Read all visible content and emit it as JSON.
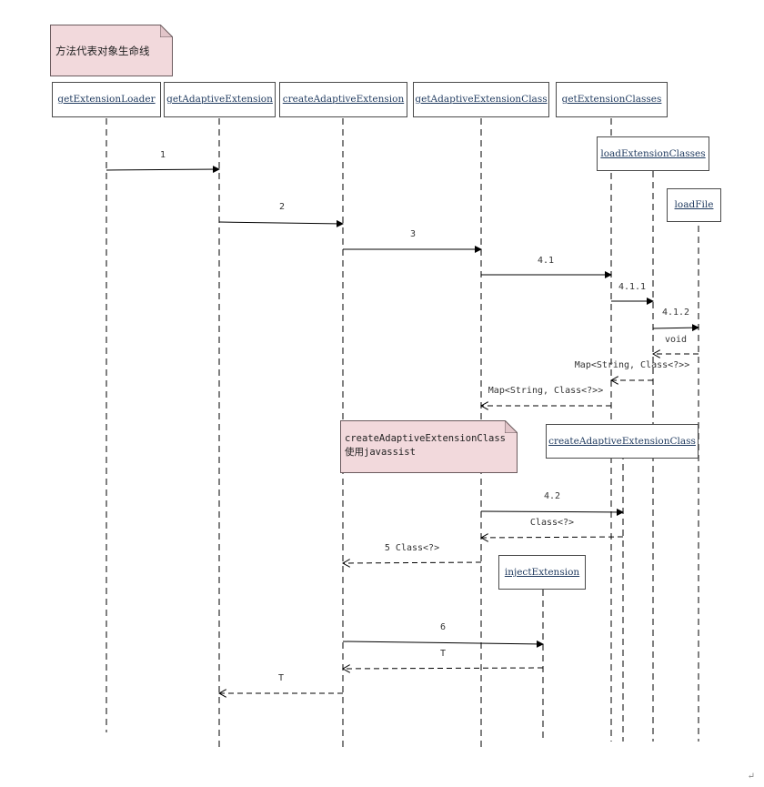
{
  "notes": {
    "lifeline_note": "方法代表对象生命线",
    "javassist_note": "createAdaptiveExtensionClass\n使用javassist"
  },
  "objects": {
    "getExtensionLoader": "getExtensionLoader",
    "getAdaptiveExtension": "getAdaptiveExtension",
    "createAdaptiveExtension": "createAdaptiveExtension",
    "getAdaptiveExtensionClass": "getAdaptiveExtensionClass",
    "getExtensionClasses": "getExtensionClasses",
    "loadExtensionClasses": "loadExtensionClasses",
    "loadFile": "loadFile",
    "createAdaptiveExtensionClass": "createAdaptiveExtensionClass",
    "injectExtension": "injectExtension"
  },
  "messages": {
    "m1": "1",
    "m2": "2",
    "m3": "3",
    "m4_1": "4.1",
    "m4_1_1": "4.1.1",
    "m4_1_2": "4.1.2",
    "r_void": "void",
    "r_map_inner": "Map<String, Class<?>>",
    "r_map_outer": "Map<String, Class<?>>",
    "m4_2": "4.2",
    "r_class": "Class<?>",
    "r_5": "5 Class<?>",
    "m6": "6",
    "r_T_inner": "T",
    "r_T_outer": "T"
  },
  "colors": {
    "note_fill": "#f2d9dc",
    "line": "#000000",
    "object_text": "#1f3a5f"
  },
  "corner_mark": "↵"
}
